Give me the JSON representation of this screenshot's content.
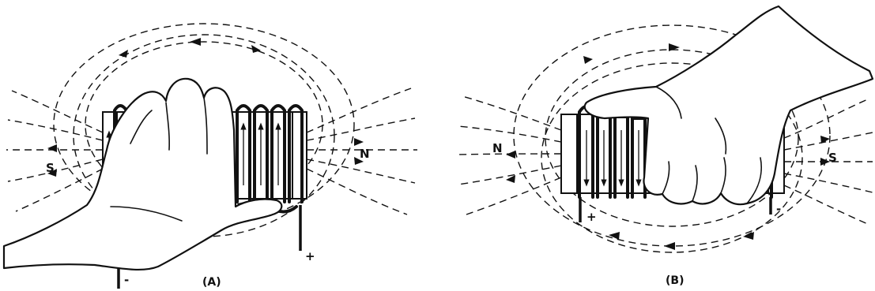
{
  "figure_a": {
    "caption": "(A)",
    "pole_left": "S",
    "pole_right": "N",
    "lead_positive": "+",
    "lead_negative": "-"
  },
  "figure_b": {
    "caption": "(B)",
    "pole_left": "N",
    "pole_right": "S",
    "lead_positive": "+",
    "lead_negative": "-"
  }
}
